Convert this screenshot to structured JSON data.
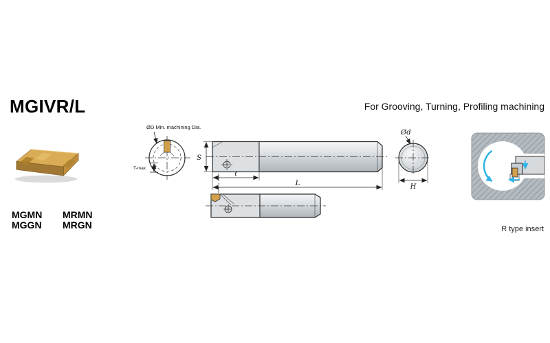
{
  "page": {
    "title": "MGIVR/L",
    "subtitle": "For Grooving, Turning, Profiling machining",
    "caption_r_type": "R type insert"
  },
  "insert_codes": {
    "rows": [
      [
        "MGMN",
        "MRMN"
      ],
      [
        "MGGN",
        "MRGN"
      ]
    ]
  },
  "labels": {
    "min_machining_dia": "ØD Min. machining Dia.",
    "t_max": "T-max",
    "s": "S",
    "l_small": "ℓ",
    "l_big": "L",
    "d_small": "Ød",
    "h": "H"
  },
  "colors": {
    "insert_gold": "#D2A04B",
    "steel_light": "#E6E9EB",
    "steel_dark": "#B6BDC2",
    "hatch_grey": "#AEB6BC",
    "accent_blue": "#2FB3E7",
    "line_dark": "#2A2A2A"
  }
}
